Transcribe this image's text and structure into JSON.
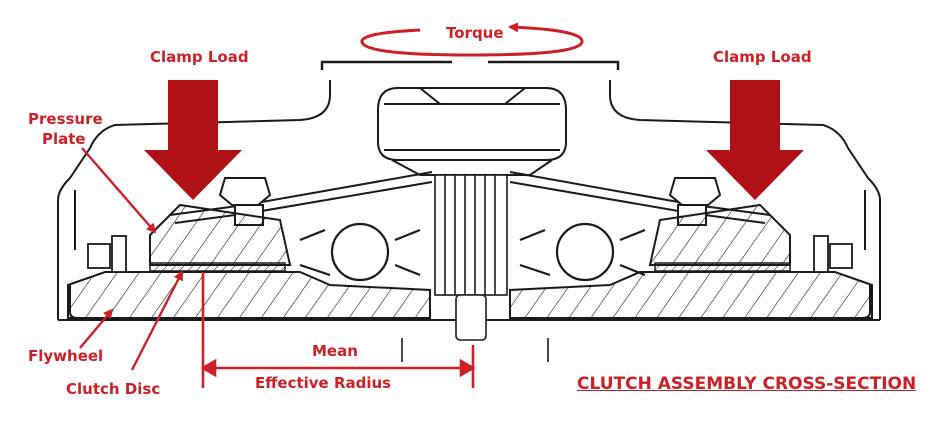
{
  "diagram": {
    "title": "CLUTCH ASSEMBLY CROSS-SECTION",
    "labels": {
      "clamp_load_left": "Clamp Load",
      "clamp_load_right": "Clamp Load",
      "torque": "Torque",
      "pressure_plate_line1": "Pressure",
      "pressure_plate_line2": "Plate",
      "flywheel": "Flywheel",
      "clutch_disc": "Clutch Disc",
      "mean": "Mean",
      "effective_radius": "Effective Radius"
    },
    "colors": {
      "accent": "#cc2027",
      "arrow_fill": "#b01117",
      "line": "#1a1a1a",
      "background": "#ffffff"
    }
  }
}
